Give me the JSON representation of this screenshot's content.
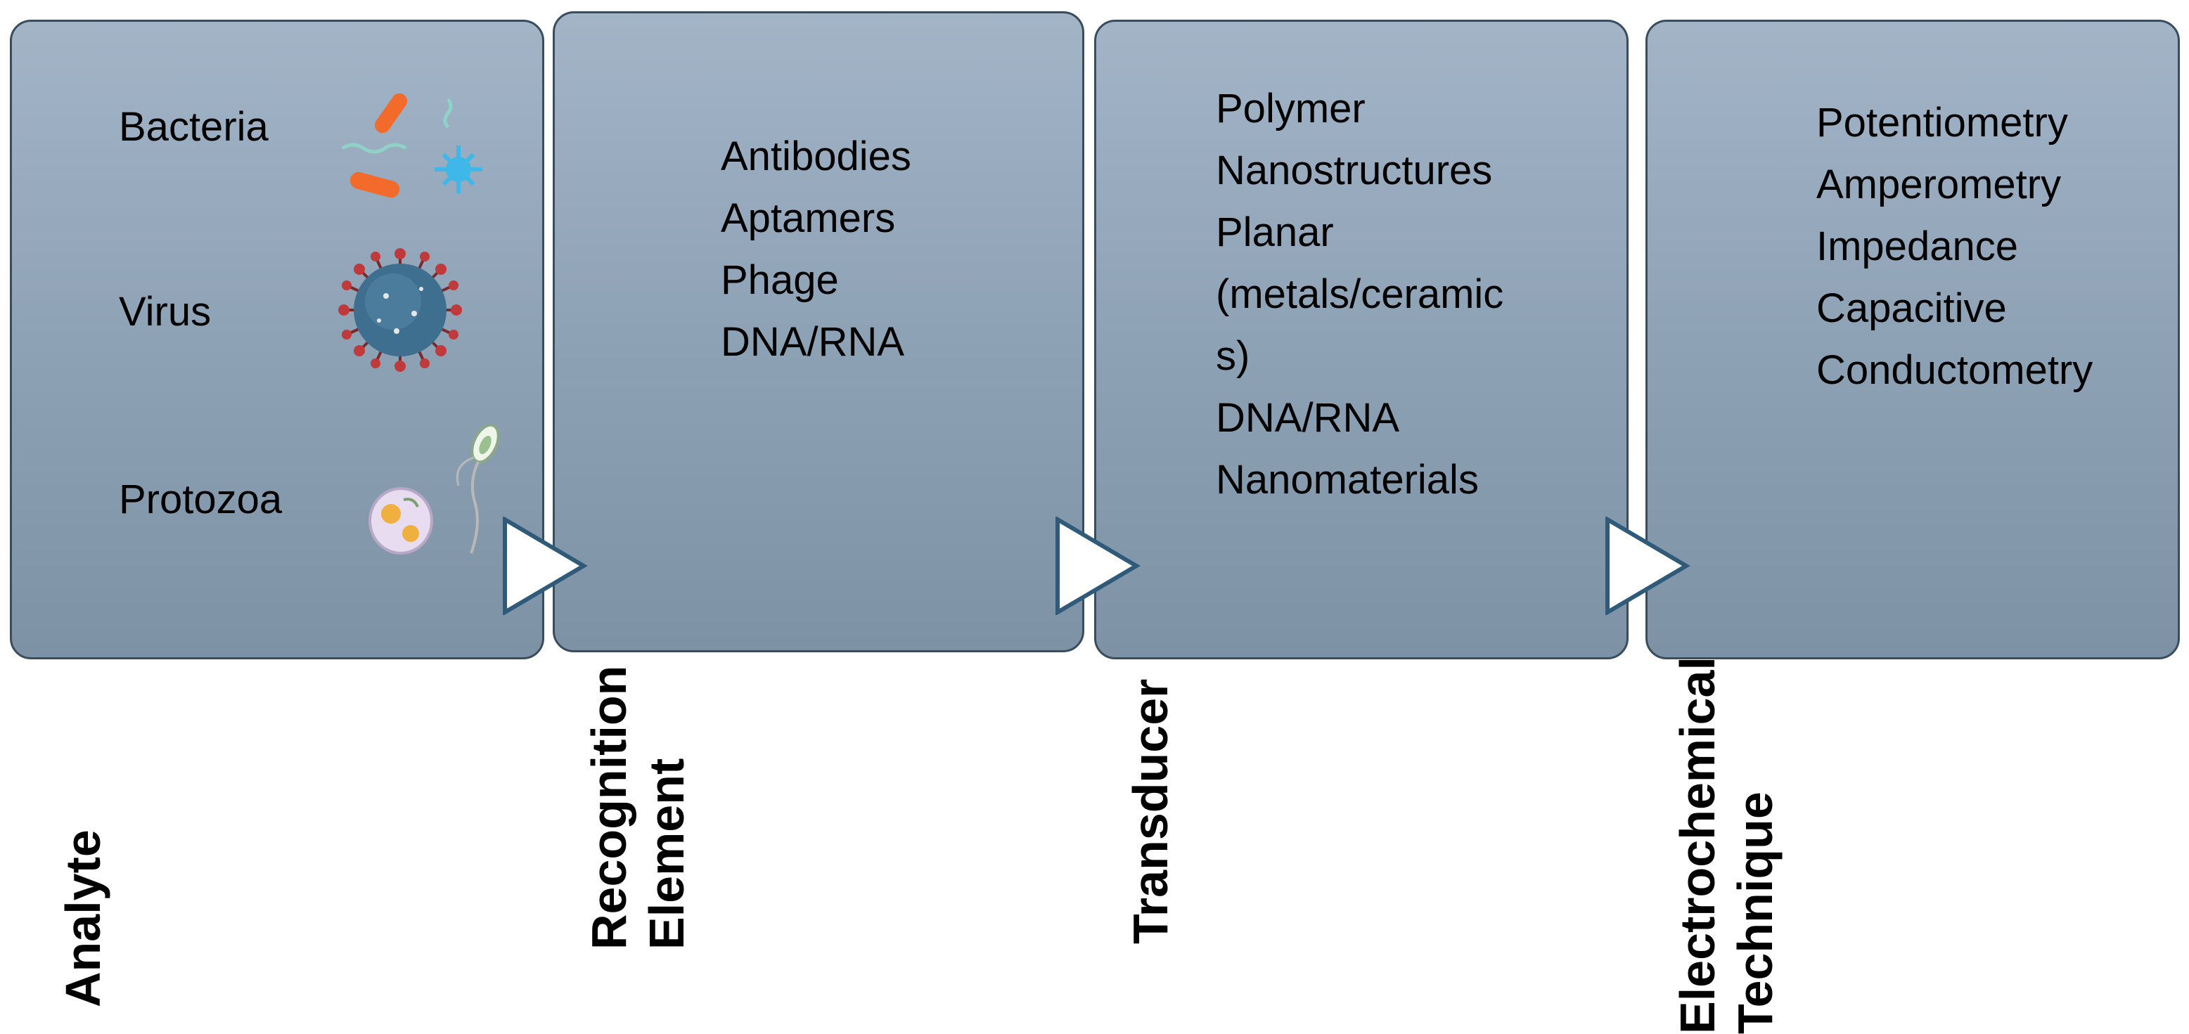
{
  "stages": [
    {
      "title": [
        "Analyte"
      ]
    },
    {
      "title": [
        "Recognition",
        "Element"
      ],
      "items": [
        "Antibodies",
        "Aptamers",
        "Phage",
        "DNA/RNA"
      ]
    },
    {
      "title": [
        "Transducer"
      ],
      "items": [
        "Polymer",
        "Nanostructures",
        "Planar",
        "(metals/ceramic",
        "s)",
        "DNA/RNA",
        "Nanomaterials"
      ]
    },
    {
      "title": [
        "Electrochemical",
        "Technique"
      ],
      "items": [
        "Potentiometry",
        "Amperometry",
        "Impedance",
        "Capacitive",
        "Conductometry"
      ]
    }
  ],
  "analytes": [
    {
      "label": "Bacteria",
      "icon": "bacteria-icon"
    },
    {
      "label": "Virus",
      "icon": "virus-icon"
    },
    {
      "label": "Protozoa",
      "icon": "protozoa-icon"
    }
  ],
  "colors": {
    "panel_top": "#a3b4c7",
    "panel_bottom": "#7e92a6",
    "border": "#3a4d5e",
    "arrow_fill": "#ffffff",
    "arrow_stroke": "#2f5a7a",
    "bacteria_orange": "#f26b2a",
    "bacteria_teal": "#8fd3c8",
    "bacteria_blue": "#3fb7e8",
    "virus_body": "#3f6f8f",
    "virus_spike": "#c0393b"
  }
}
